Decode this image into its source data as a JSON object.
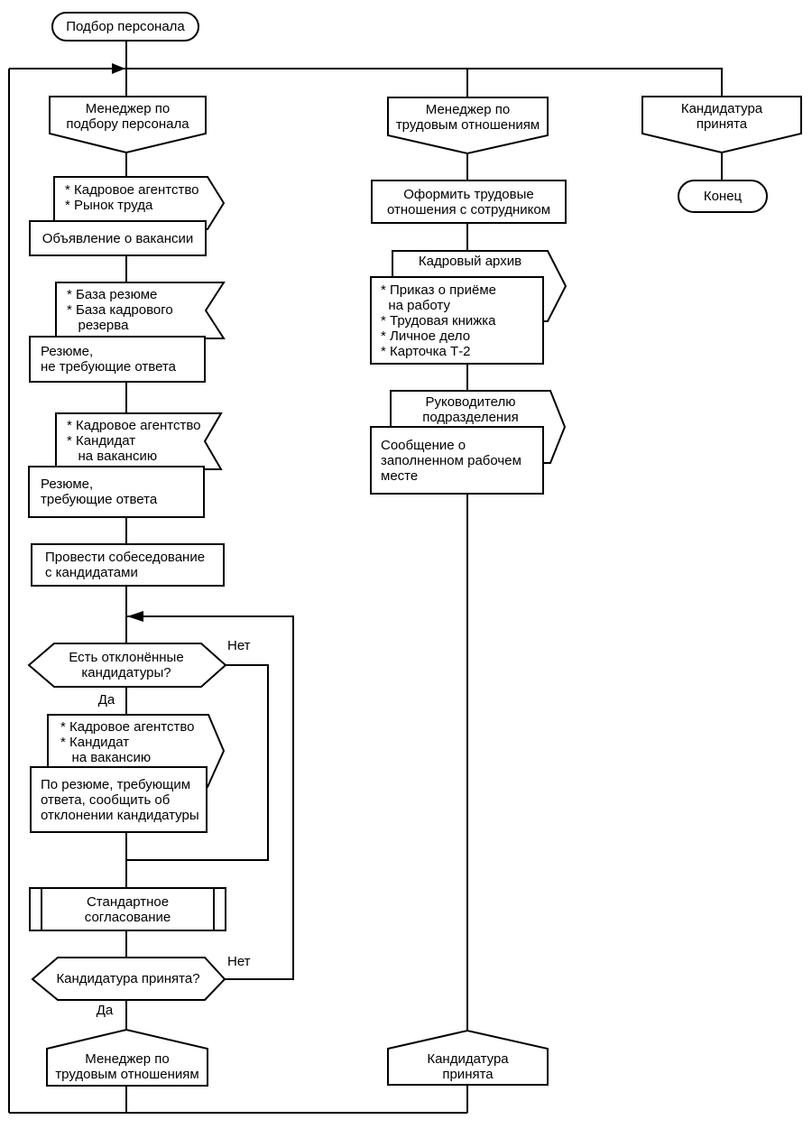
{
  "diagram": {
    "title": "Подбор персонала",
    "colors": {
      "stroke": "#000000",
      "fill": "#ffffff",
      "background": "#ffffff"
    },
    "nodes": {
      "start": {
        "text": "Подбор персонала"
      },
      "role_recruiter": {
        "text": "Менеджер по\nподбору персонала"
      },
      "banner_agency_market": {
        "text": "* Кадровое агентство\n* Рынок труда"
      },
      "vacancy_ad": {
        "text": "Объявление о вакансии"
      },
      "banner_resume_bases": {
        "text": "* База резюме\n* База кадрового\n   резерва"
      },
      "resume_no_reply": {
        "text": "Резюме,\nне требующие ответа"
      },
      "banner_agency_candidate_1": {
        "text": "* Кадровое агентство\n* Кандидат\n   на вакансию"
      },
      "resume_reply": {
        "text": "Резюме,\nтребующие ответа"
      },
      "interview": {
        "text": "Провести собеседование\nс кандидатами"
      },
      "dec_rejected": {
        "text": "Есть отклонённые\nкандидатуры?"
      },
      "banner_agency_candidate_2": {
        "text": "* Кадровое агентство\n* Кандидат\n   на вакансию"
      },
      "notify_rejection": {
        "text": "По резюме, требующим\nответа, сообщить об\nотклонении кандидатуры"
      },
      "std_approval": {
        "text": "Стандартное\nсогласование"
      },
      "dec_accepted": {
        "text": "Кандидатура принята?"
      },
      "goto_hr": {
        "text": "Менеджер по\nтрудовым отношениям"
      },
      "role_hr": {
        "text": "Менеджер по\nтрудовым отношениям"
      },
      "register_employment": {
        "text": "Оформить трудовые\nотношения с сотрудником"
      },
      "banner_archive": {
        "text": "Кадровый архив"
      },
      "archive_docs": {
        "text": "* Приказ о приёме\n  на работу\n* Трудовая книжка\n* Личное дело\n* Карточка Т-2"
      },
      "banner_manager": {
        "text": "Руководителю\nподразделения"
      },
      "message_filled": {
        "text": "Сообщение о\nзаполненном рабочем\nместе"
      },
      "goto_accepted": {
        "text": "Кандидатура\nпринята"
      },
      "event_accepted": {
        "text": "Кандидатура\nпринята"
      },
      "end": {
        "text": "Конец"
      }
    },
    "labels": {
      "no1": "Нет",
      "yes1": "Да",
      "no2": "Нет",
      "yes2": "Да"
    }
  }
}
